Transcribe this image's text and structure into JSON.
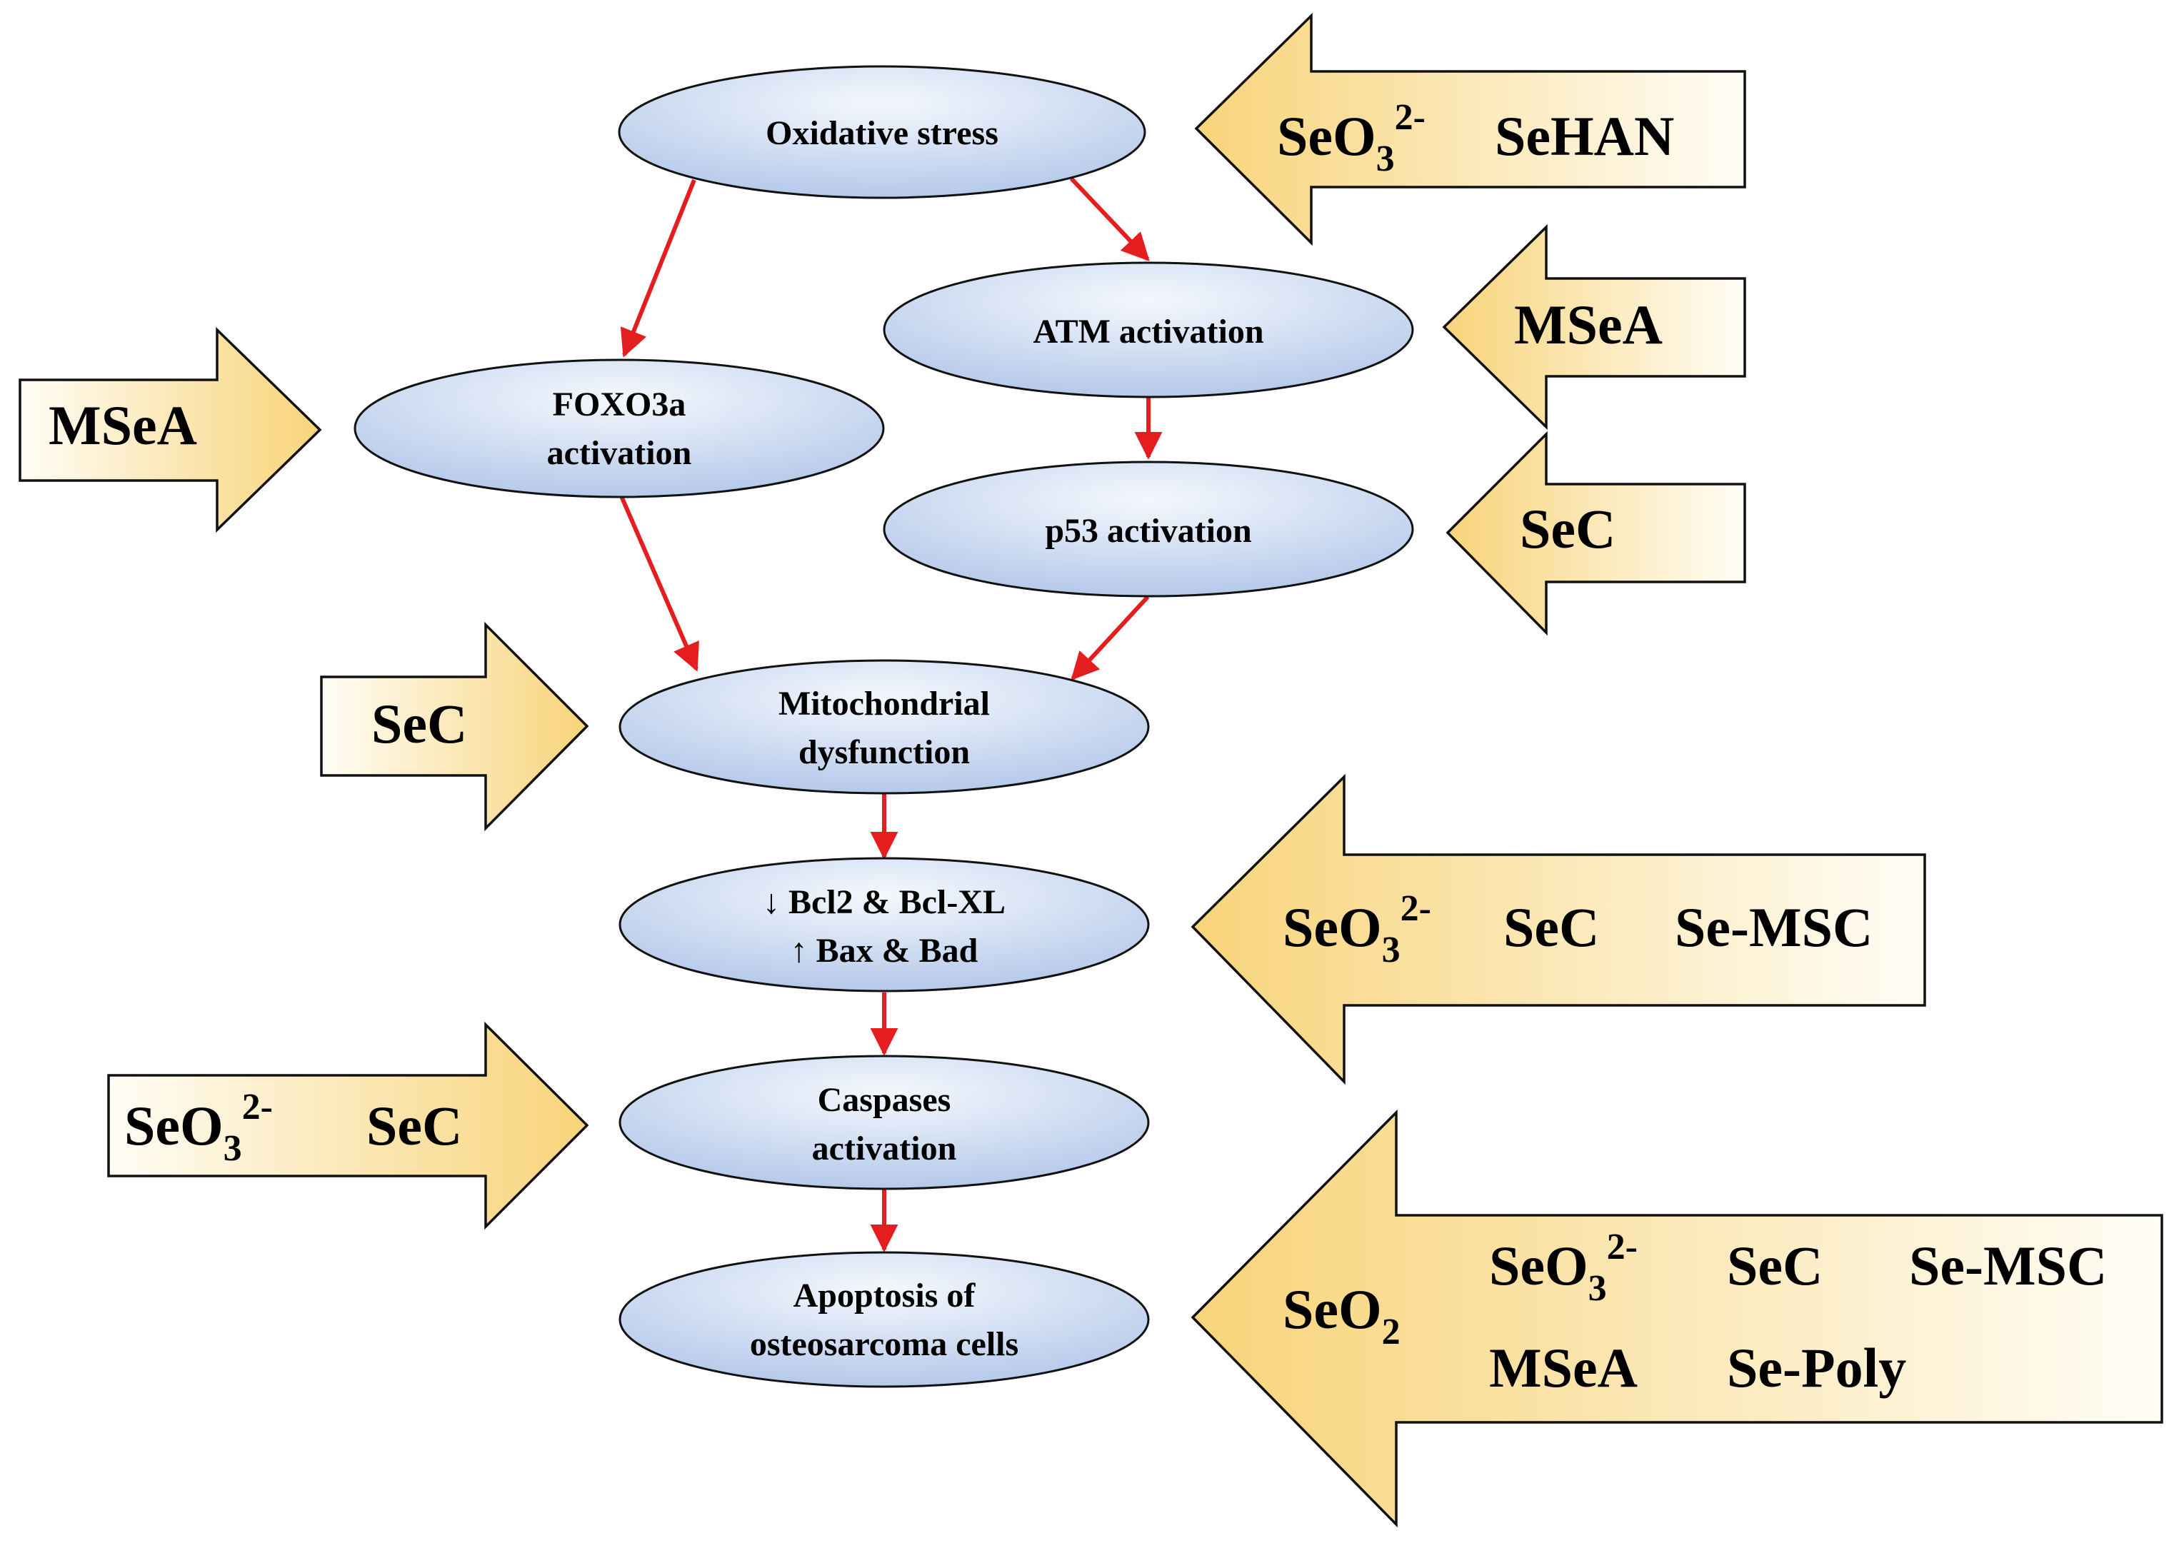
{
  "colors": {
    "ellipse_light": "#f4f8fd",
    "ellipse_dark": "#a9c0e6",
    "edge": "#e41e1e",
    "arrow_light": "#fffdf6",
    "arrow_dark": "#f8d47a",
    "outline": "#111111"
  },
  "nodes": {
    "oxidative_stress": {
      "line1": "Oxidative stress"
    },
    "atm": {
      "line1": "ATM activation"
    },
    "foxo3a": {
      "line1": "FOXO3a",
      "line2": "activation"
    },
    "p53": {
      "line1": "p53 activation"
    },
    "mito": {
      "line1": "Mitochondrial",
      "line2": "dysfunction"
    },
    "bcl": {
      "line1": "↓ Bcl2 & Bcl-XL",
      "line2": "↑ Bax & Bad"
    },
    "caspases": {
      "line1": "Caspases",
      "line2": "activation"
    },
    "apoptosis": {
      "line1": "Apoptosis of",
      "line2": "osteosarcoma cells"
    }
  },
  "agents": {
    "oxidative": {
      "selenite": {
        "base": "SeO",
        "sub": "3",
        "sup": "2-"
      },
      "sehan": "SeHAN"
    },
    "atm": {
      "msea": "MSeA"
    },
    "p53": {
      "sec": "SeC"
    },
    "foxo3a": {
      "msea": "MSeA"
    },
    "mito": {
      "sec": "SeC"
    },
    "bcl": {
      "selenite": {
        "base": "SeO",
        "sub": "3",
        "sup": "2-"
      },
      "sec": "SeC",
      "semsc": "Se-MSC"
    },
    "caspases": {
      "selenite": {
        "base": "SeO",
        "sub": "3",
        "sup": "2-"
      },
      "sec": "SeC"
    },
    "apoptosis": {
      "seo2": {
        "base": "SeO",
        "sub": "2"
      },
      "selenite": {
        "base": "SeO",
        "sub": "3",
        "sup": "2-"
      },
      "sec": "SeC",
      "semsc": "Se-MSC",
      "msea": "MSeA",
      "sepoly": "Se-Poly"
    }
  }
}
